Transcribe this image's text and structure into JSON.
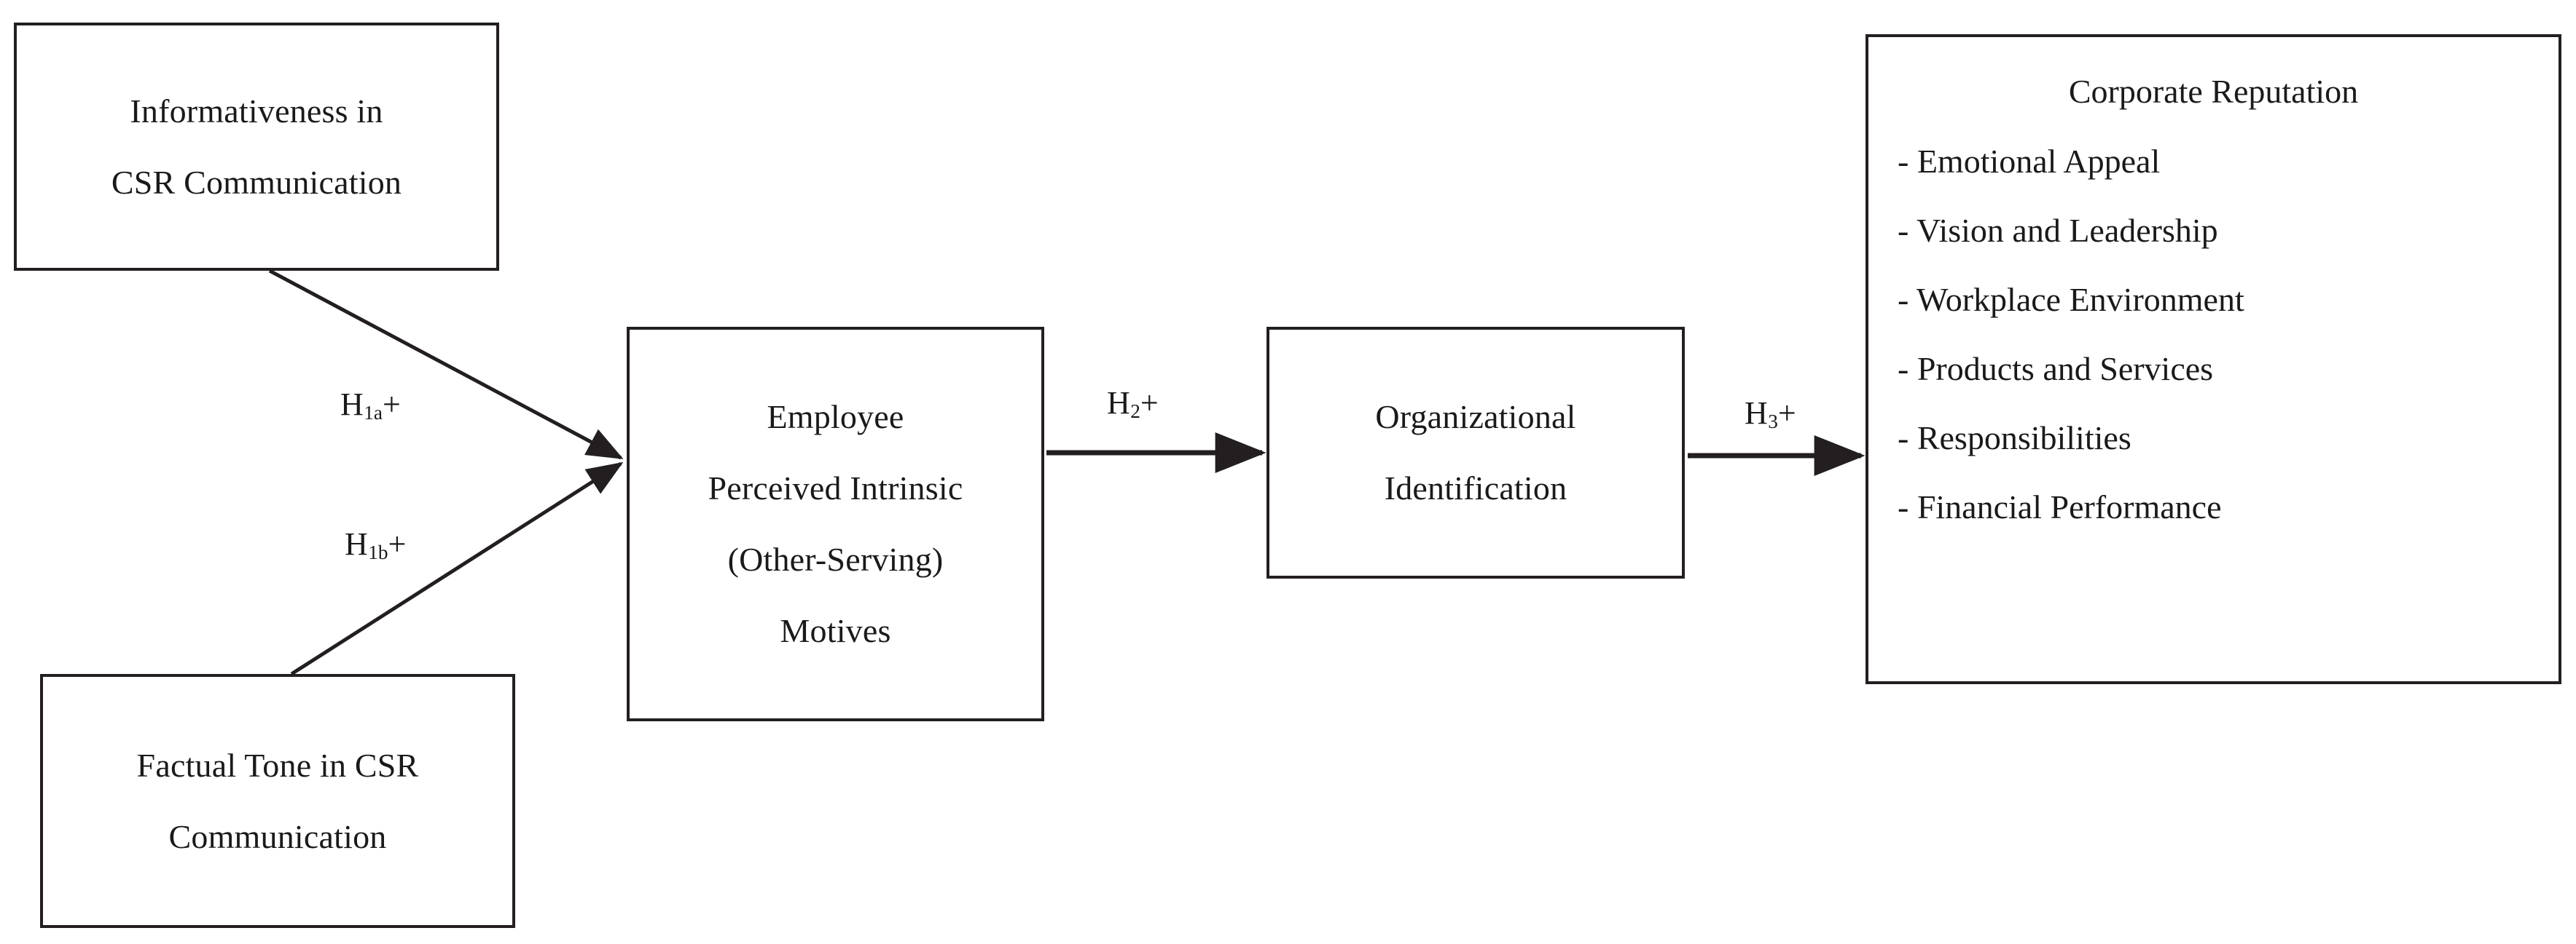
{
  "diagram": {
    "type": "conceptual-research-model",
    "background_color": "#ffffff",
    "line_color": "#231f20",
    "nodes": [
      {
        "id": "informativeness",
        "lines": [
          "Informativeness in",
          "CSR Communication"
        ]
      },
      {
        "id": "factual-tone",
        "lines": [
          "Factual Tone in CSR",
          "Communication"
        ]
      },
      {
        "id": "intrinsic-motives",
        "lines": [
          "Employee",
          "Perceived Intrinsic",
          "(Other-Serving)",
          "Motives"
        ]
      },
      {
        "id": "organizational-identification",
        "lines": [
          "Organizational",
          "Identification"
        ]
      },
      {
        "id": "corporate-reputation",
        "title": "Corporate Reputation",
        "items": [
          "- Emotional Appeal",
          "- Vision and Leadership",
          "- Workplace Environment",
          "- Products and Services",
          "- Responsibilities",
          "- Financial Performance"
        ]
      }
    ],
    "edges": [
      {
        "id": "h1a",
        "label_main": "H",
        "label_sub": "1a",
        "label_sign": "+",
        "from": "informativeness",
        "to": "intrinsic-motives"
      },
      {
        "id": "h1b",
        "label_main": "H",
        "label_sub": "1b",
        "label_sign": "+",
        "from": "factual-tone",
        "to": "intrinsic-motives"
      },
      {
        "id": "h2",
        "label_main": "H",
        "label_sub": "2",
        "label_sign": "+",
        "from": "intrinsic-motives",
        "to": "organizational-identification"
      },
      {
        "id": "h3",
        "label_main": "H",
        "label_sub": "3",
        "label_sign": "+",
        "from": "organizational-identification",
        "to": "corporate-reputation"
      }
    ]
  }
}
